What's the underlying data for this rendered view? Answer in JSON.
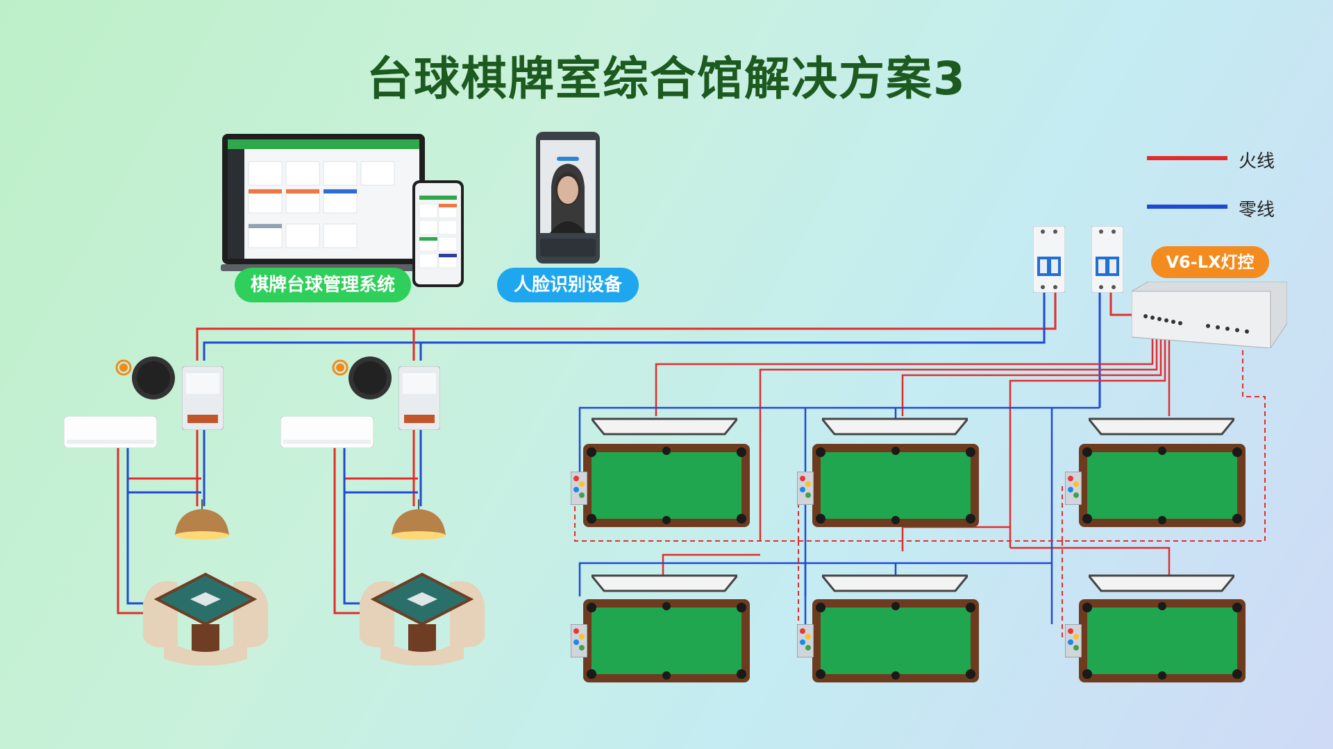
{
  "title": "台球棋牌室综合馆解决方案3",
  "legend": {
    "live_label": "火线",
    "neutral_label": "零线",
    "live_color": "#e32b2b",
    "neutral_color": "#1f48d6"
  },
  "labels": {
    "management_system": "棋牌台球管理系统",
    "face_device": "人脸识别设备",
    "light_controller": "V6-LX灯控"
  },
  "colors": {
    "green_pill": "#2ecf5a",
    "blue_pill": "#1ea7ee",
    "orange_pill": "#f38b1f",
    "title": "#1d5a1f",
    "table_felt": "#1fa64e"
  },
  "icons": [
    "laptop-icon",
    "smartphone-icon",
    "face-recognition-device-icon",
    "circuit-breaker-icon",
    "light-controller-box-icon",
    "speaker-icon",
    "sound-icon",
    "relay-controller-icon",
    "air-conditioner-icon",
    "pendant-lamp-icon",
    "mahjong-table-icon",
    "billiard-table-icon",
    "billiard-lamp-icon",
    "ball-rack-icon"
  ]
}
